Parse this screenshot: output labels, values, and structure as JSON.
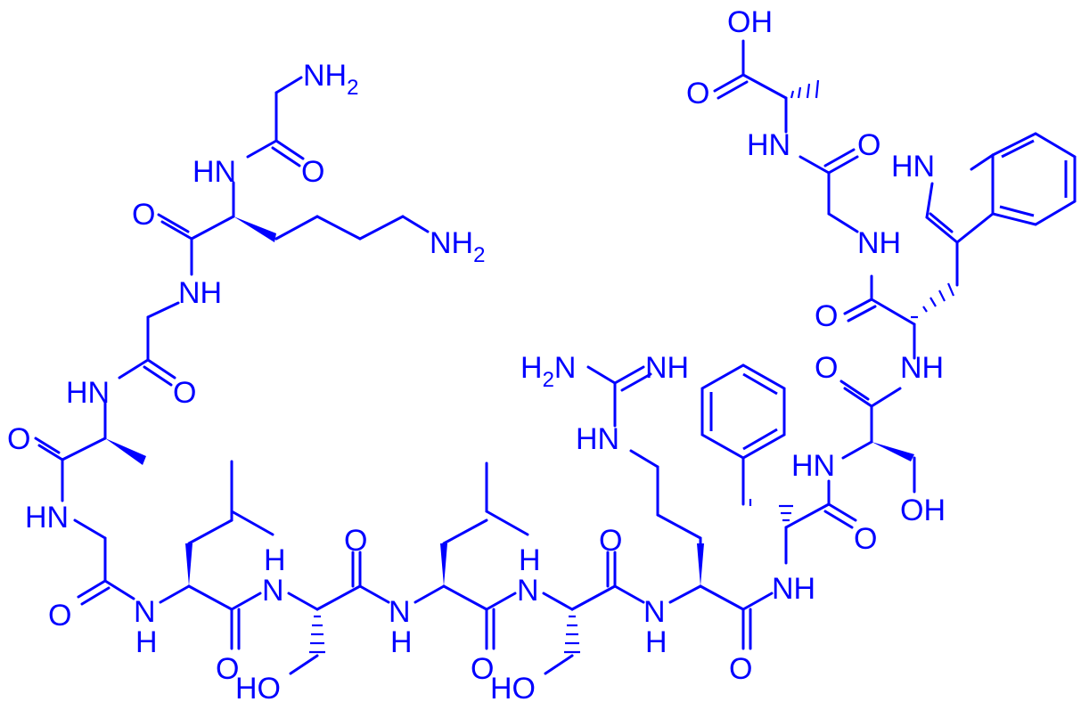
{
  "labels": {
    "nh2_a": "NH",
    "nh2_a_sub": "2",
    "hn_lys": "HN",
    "o_lys": "O",
    "o_gly1": "O",
    "nh_gly1": "NH",
    "nh2_lys": "NH",
    "nh2_lys_sub": "2",
    "o_gly2": "O",
    "hn_ala": "HN",
    "o_ala": "O",
    "hn_gly3": "HN",
    "o_gly3": "O",
    "nh_leu1": "N",
    "nh_leu1_h": "H",
    "o_leu1": "O",
    "nh_ser1_h": "H",
    "nh_ser1": "N",
    "ho_ser1": "HO",
    "o_ser1": "O",
    "nh_leu2": "N",
    "nh_leu2_h": "H",
    "o_leu2": "O",
    "nh_ser2_h": "H",
    "nh_ser2": "N",
    "ho_ser2": "HO",
    "o_ser2": "O",
    "nh_arg": "N",
    "nh_arg_h": "H",
    "o_arg": "O",
    "hn_guan": "HN",
    "h2n_guan": "H",
    "h2n_guan_sub": "2",
    "h2n_guan_n": "N",
    "nh_guan": "NH",
    "nh_phe": "NH",
    "o_phe": "O",
    "hn_ser3": "HN",
    "oh_ser3": "OH",
    "o_ser3": "O",
    "nh_trp": "NH",
    "o_trp": "O",
    "nh_gly4": "NH",
    "hn_indole": "HN",
    "o_gly4": "O",
    "hn_ala2": "HN",
    "o_acid": "O",
    "oh_acid": "OH"
  },
  "colors": {
    "ink": "#0000ff",
    "background": "#ffffff"
  }
}
